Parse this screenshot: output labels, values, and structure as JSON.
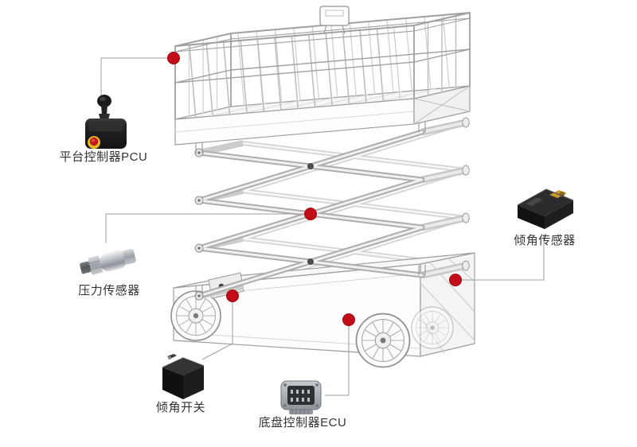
{
  "callouts": [
    {
      "id": "pcu",
      "label": "平台控制器PCU",
      "image": "platform-joystick-controller"
    },
    {
      "id": "pressure",
      "label": "压力传感器",
      "image": "pressure-sensor-cylinder"
    },
    {
      "id": "tilt-switch",
      "label": "倾角开关",
      "image": "tilt-switch-black-box"
    },
    {
      "id": "ecu",
      "label": "底盘控制器ECU",
      "image": "chassis-ecu-module"
    },
    {
      "id": "tilt-sensor",
      "label": "倾角传感器",
      "image": "tilt-sensor-black-box"
    }
  ],
  "colors": {
    "marker": "#c20d19",
    "marker_edge": "#9c0a12",
    "connector_line": "#9f9f9f",
    "wireframe": "#a0a0a0",
    "label_text": "#333333",
    "background": "#ffffff"
  }
}
